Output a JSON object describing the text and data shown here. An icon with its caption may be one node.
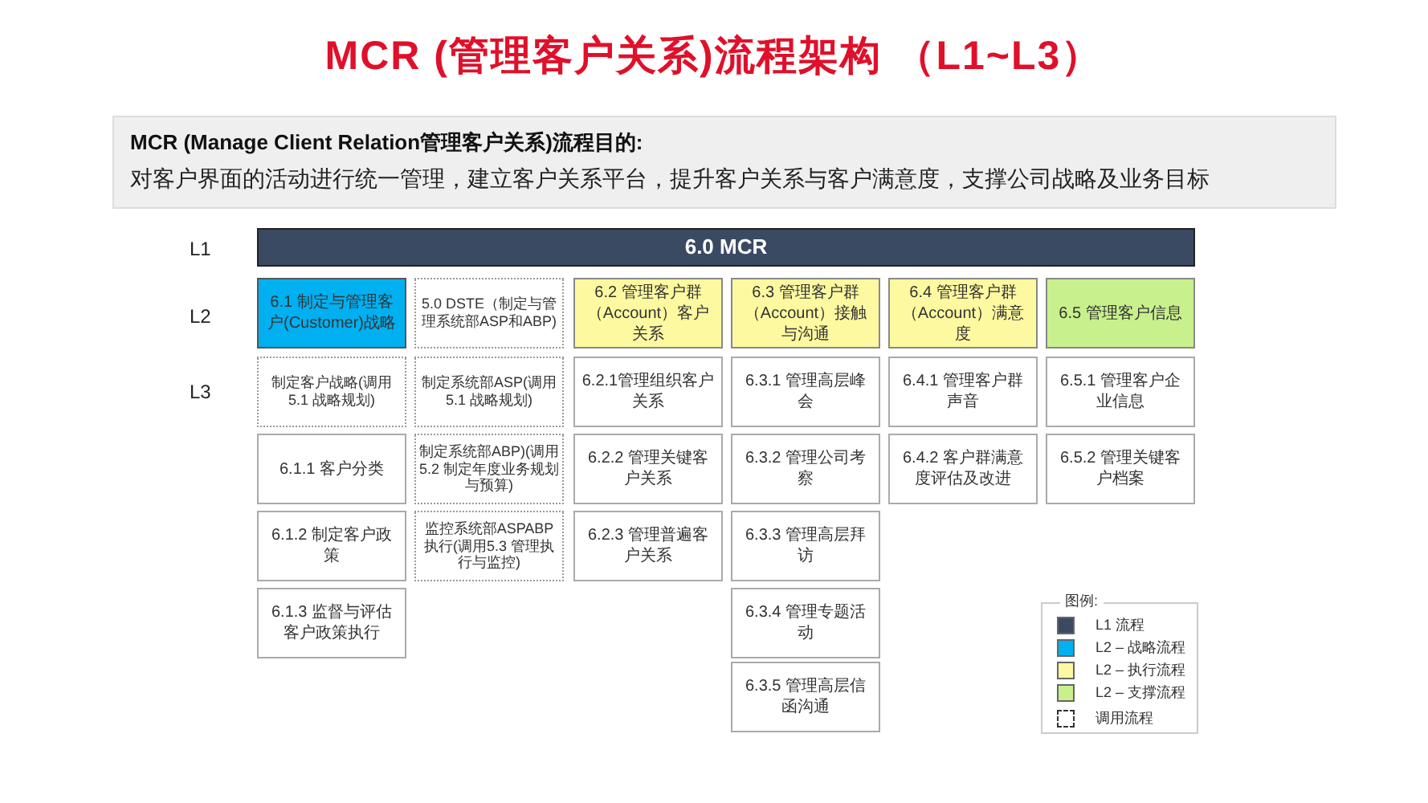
{
  "diagram": {
    "title": "MCR (管理客户关系)流程架构 （L1~L3）",
    "nodes": [
      {
        "text": [
          "MCR (Manage Client Relation管理客户关系)流程目的:",
          "对客户界面的活动进行统一管理，建立客户关系平台，提升客户关系与客户满意度，支撑公司战略及业务目标"
        ]
      },
      {
        "text": [
          "6.0 MCR"
        ]
      },
      {
        "text": [
          "6.1 制定与管理客户(Customer)战略"
        ]
      },
      {
        "text": [
          "5.0 DSTE（制定与管理系统部ASP和ABP)"
        ]
      },
      {
        "text": [
          "6.2 管理客户群（Account）客户关系"
        ]
      },
      {
        "text": [
          "6.3 管理客户群（Account）接触与沟通"
        ]
      },
      {
        "text": [
          "6.4 管理客户群（Account）满意度"
        ]
      },
      {
        "text": [
          "6.5 管理客户信息"
        ]
      },
      {
        "text": [
          "制定客户战略(调用5.1 战略规划)"
        ]
      },
      {
        "text": [
          "制定系统部ASP(调用5.1 战略规划)"
        ]
      },
      {
        "text": [
          "6.2.1管理组织客户关系"
        ]
      },
      {
        "text": [
          "6.3.1 管理高层峰会"
        ]
      },
      {
        "text": [
          "6.4.1 管理客户群声音"
        ]
      },
      {
        "text": [
          "6.5.1 管理客户企业信息"
        ]
      },
      {
        "text": [
          "6.1.1 客户分类"
        ]
      },
      {
        "text": [
          "制定系统部ABP)(调用5.2 制定年度业务规划与预算)"
        ]
      },
      {
        "text": [
          "6.2.2 管理关键客户关系"
        ]
      },
      {
        "text": [
          "6.3.2 管理公司考察"
        ]
      },
      {
        "text": [
          "6.4.2 客户群满意度评估及改进"
        ]
      },
      {
        "text": [
          "6.5.2 管理关键客户档案"
        ]
      },
      {
        "text": [
          "6.1.2 制定客户政策"
        ]
      },
      {
        "text": [
          "监控系统部ASPABP执行(调用5.3 管理执行与监控)"
        ]
      },
      {
        "text": [
          "6.2.3 管理普遍客户关系"
        ]
      },
      {
        "text": [
          "6.3.3 管理高层拜访"
        ]
      },
      {
        "text": [
          "6.1.3 监督与评估客户政策执行"
        ]
      },
      {
        "text": [
          "6.3.4 管理专题活动"
        ]
      },
      {
        "text": [
          "6.3.5 管理高层信函沟通"
        ]
      }
    ],
    "labels": [
      "L1",
      "L2",
      "L3",
      "图例:"
    ],
    "legend": [
      {
        "text": "L1 流程",
        "color": "#3b4a63"
      },
      {
        "text": "L2 – 战略流程",
        "color": "#00b0f0"
      },
      {
        "text": "L2 – 执行流程",
        "color": "#fdf9a0"
      },
      {
        "text": "L2 – 支撑流程",
        "color": "#c8f08c"
      },
      {
        "text": "调用流程"
      }
    ]
  }
}
